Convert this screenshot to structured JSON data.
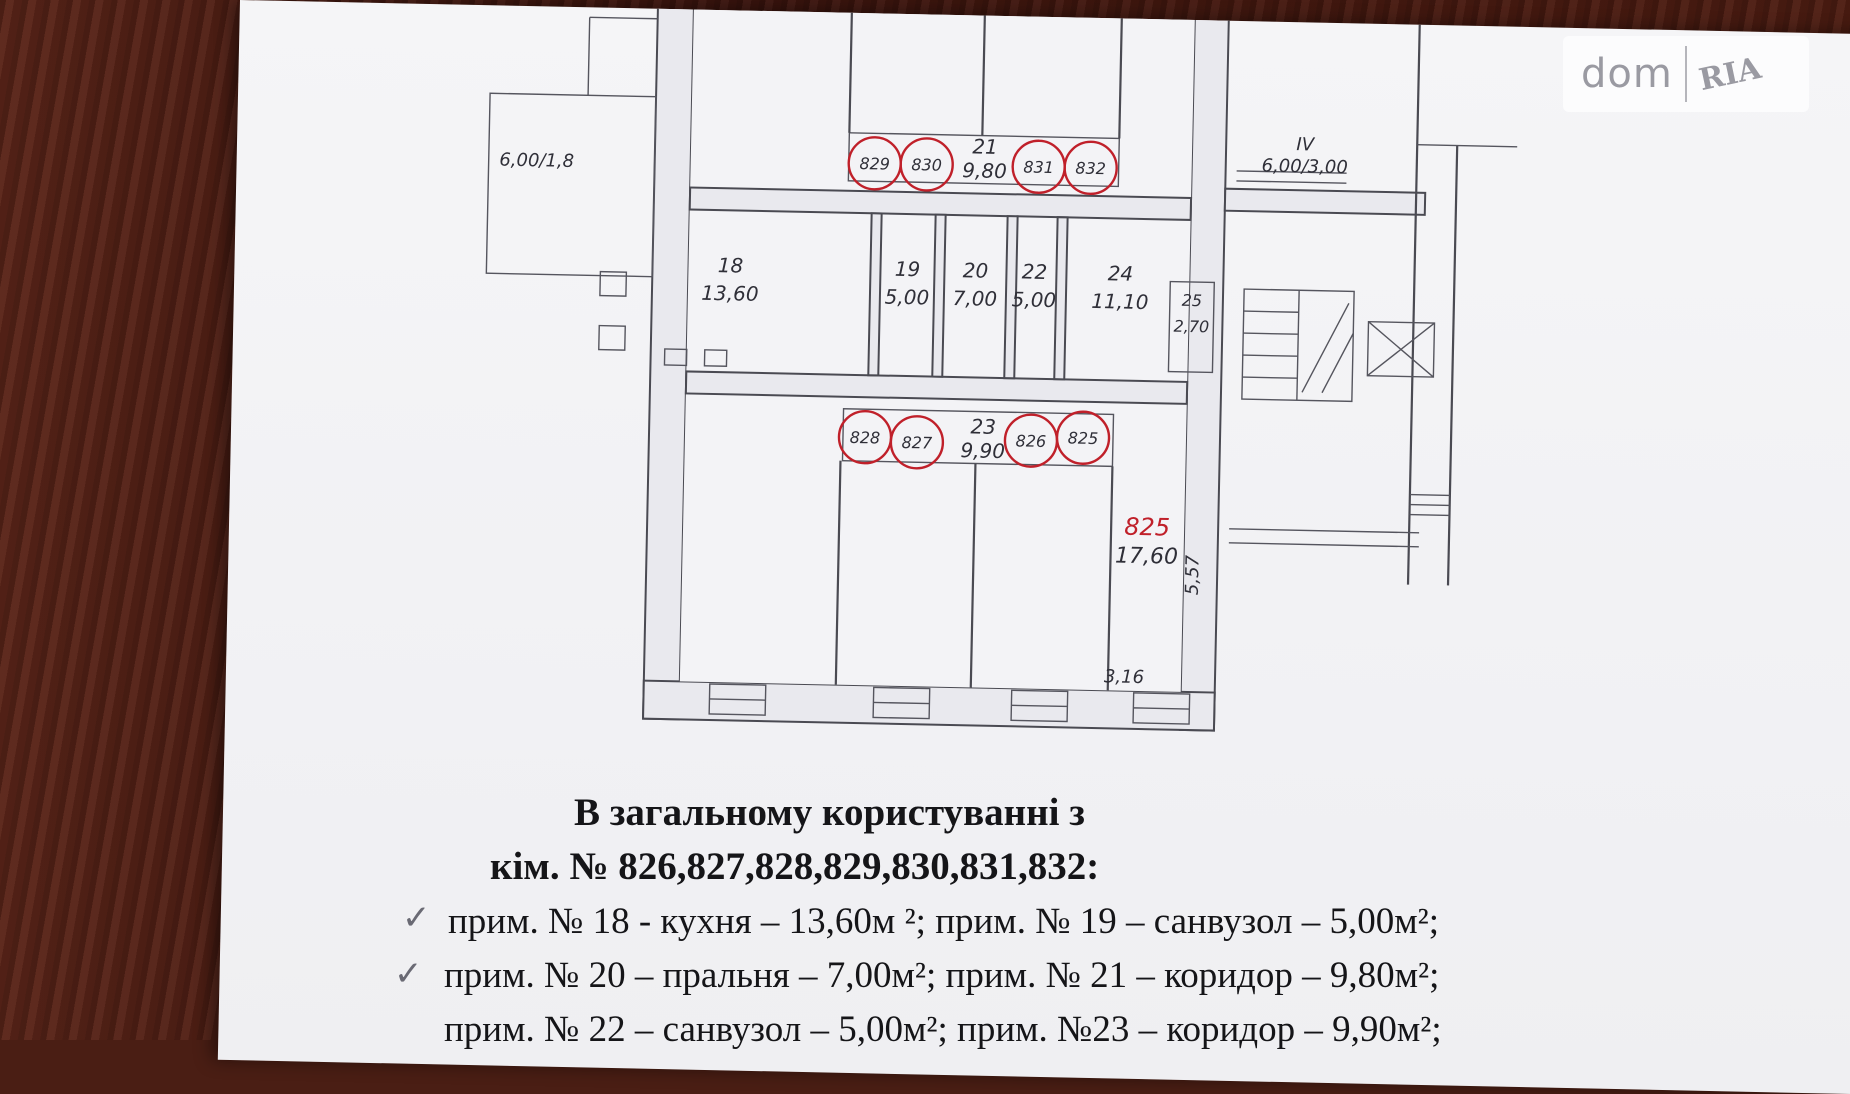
{
  "watermark": {
    "left": "dom",
    "right": "RIA"
  },
  "rooms": [
    {
      "id": "18",
      "area": "13,60"
    },
    {
      "id": "19",
      "area": "5,00"
    },
    {
      "id": "20",
      "area": "7,00"
    },
    {
      "id": "22",
      "area": "5,00"
    },
    {
      "id": "24",
      "area": "11,10"
    },
    {
      "id": "25",
      "area": "2,70"
    },
    {
      "id": "21",
      "area": "9,80"
    },
    {
      "id": "23",
      "area": "9,90"
    },
    {
      "id": "825",
      "area": "17,60"
    }
  ],
  "stair_label": {
    "id": "IV",
    "dims": "6,00/3,00"
  },
  "left_annex": "6,00/1,8",
  "dim_width": "3,16",
  "dim_depth": "5,57",
  "red_marks_top": [
    "829",
    "830",
    "831",
    "832"
  ],
  "red_marks_bottom": [
    "828",
    "827",
    "826",
    "825"
  ],
  "notes": {
    "heading_1": "В загальному користуванні з",
    "heading_2": "кім. № 826,827,828,829,830,831,832:",
    "line_1": "прим. № 18 -  кухня – 13,60м ²;  прим. № 19  – санвузол – 5,00м²;",
    "line_2": "прим. № 20 – пральня – 7,00м²;   прим. № 21 – коридор – 9,80м²;",
    "line_3": "прим. № 22 – санвузол – 5,00м²;  прим. №23 – коридор – 9,90м²;"
  },
  "checkmark": "✓"
}
